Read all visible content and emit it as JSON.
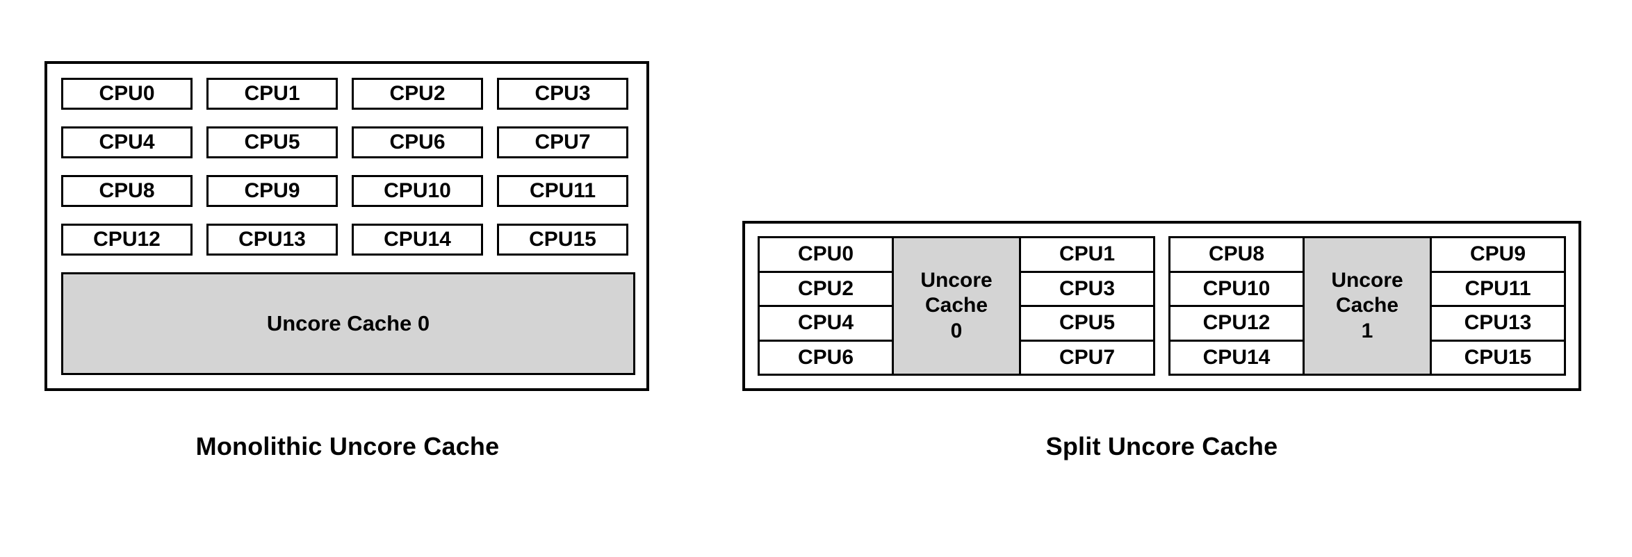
{
  "figure": {
    "background_color": "#FFFFFF",
    "line_color": "#000000",
    "cache_fill_color": "#D4D4D4"
  },
  "monolithic": {
    "caption": "Monolithic Uncore Cache",
    "cpus": [
      "CPU0",
      "CPU1",
      "CPU2",
      "CPU3",
      "CPU4",
      "CPU5",
      "CPU6",
      "CPU7",
      "CPU8",
      "CPU9",
      "CPU10",
      "CPU11",
      "CPU12",
      "CPU13",
      "CPU14",
      "CPU15"
    ],
    "cache_label": "Uncore Cache 0"
  },
  "split": {
    "caption": "Split Uncore Cache",
    "clusters": [
      {
        "left_cpus": [
          "CPU0",
          "CPU2",
          "CPU4",
          "CPU6"
        ],
        "cache_label_line1": "Uncore",
        "cache_label_line2": "Cache",
        "cache_label_line3": "0",
        "right_cpus": [
          "CPU1",
          "CPU3",
          "CPU5",
          "CPU7"
        ]
      },
      {
        "left_cpus": [
          "CPU8",
          "CPU10",
          "CPU12",
          "CPU14"
        ],
        "cache_label_line1": "Uncore",
        "cache_label_line2": "Cache",
        "cache_label_line3": "1",
        "right_cpus": [
          "CPU9",
          "CPU11",
          "CPU13",
          "CPU15"
        ]
      }
    ]
  }
}
